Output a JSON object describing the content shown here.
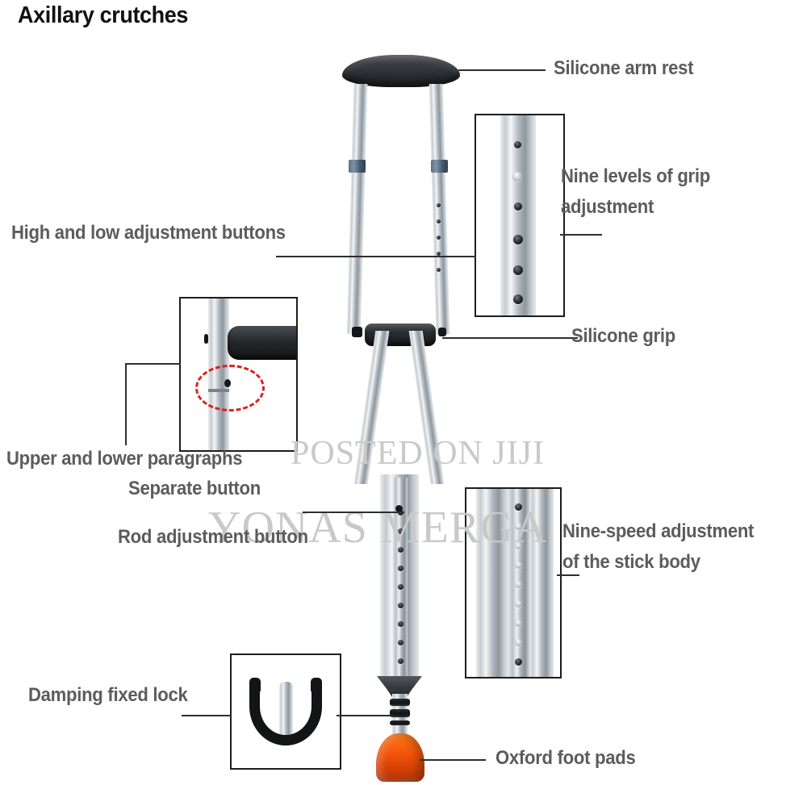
{
  "page": {
    "title": "Axillary crutches",
    "background_color": "#ffffff",
    "label_color": "#5c5c5c",
    "line_color": "#2e2e2e",
    "accent_color": "#f4560a"
  },
  "watermark": {
    "line1": "POSTED ON JIJI",
    "line2": "YONAS MERGA",
    "color": "#c9c9c9"
  },
  "labels": {
    "arm_rest": "Silicone arm rest",
    "grip_levels_line1": "Nine levels of grip",
    "grip_levels_line2": "adjustment",
    "high_low_buttons": "High and low adjustment buttons",
    "silicone_grip": "Silicone grip",
    "upper_lower_paragraphs": "Upper and lower paragraphs",
    "separate_button": "Separate button",
    "rod_adjustment_button": "Rod adjustment button",
    "nine_speed_line1": "Nine-speed adjustment",
    "nine_speed_line2": "of the stick body",
    "damping_fixed_lock": "Damping fixed lock",
    "oxford_foot_pads": "Oxford foot pads"
  }
}
